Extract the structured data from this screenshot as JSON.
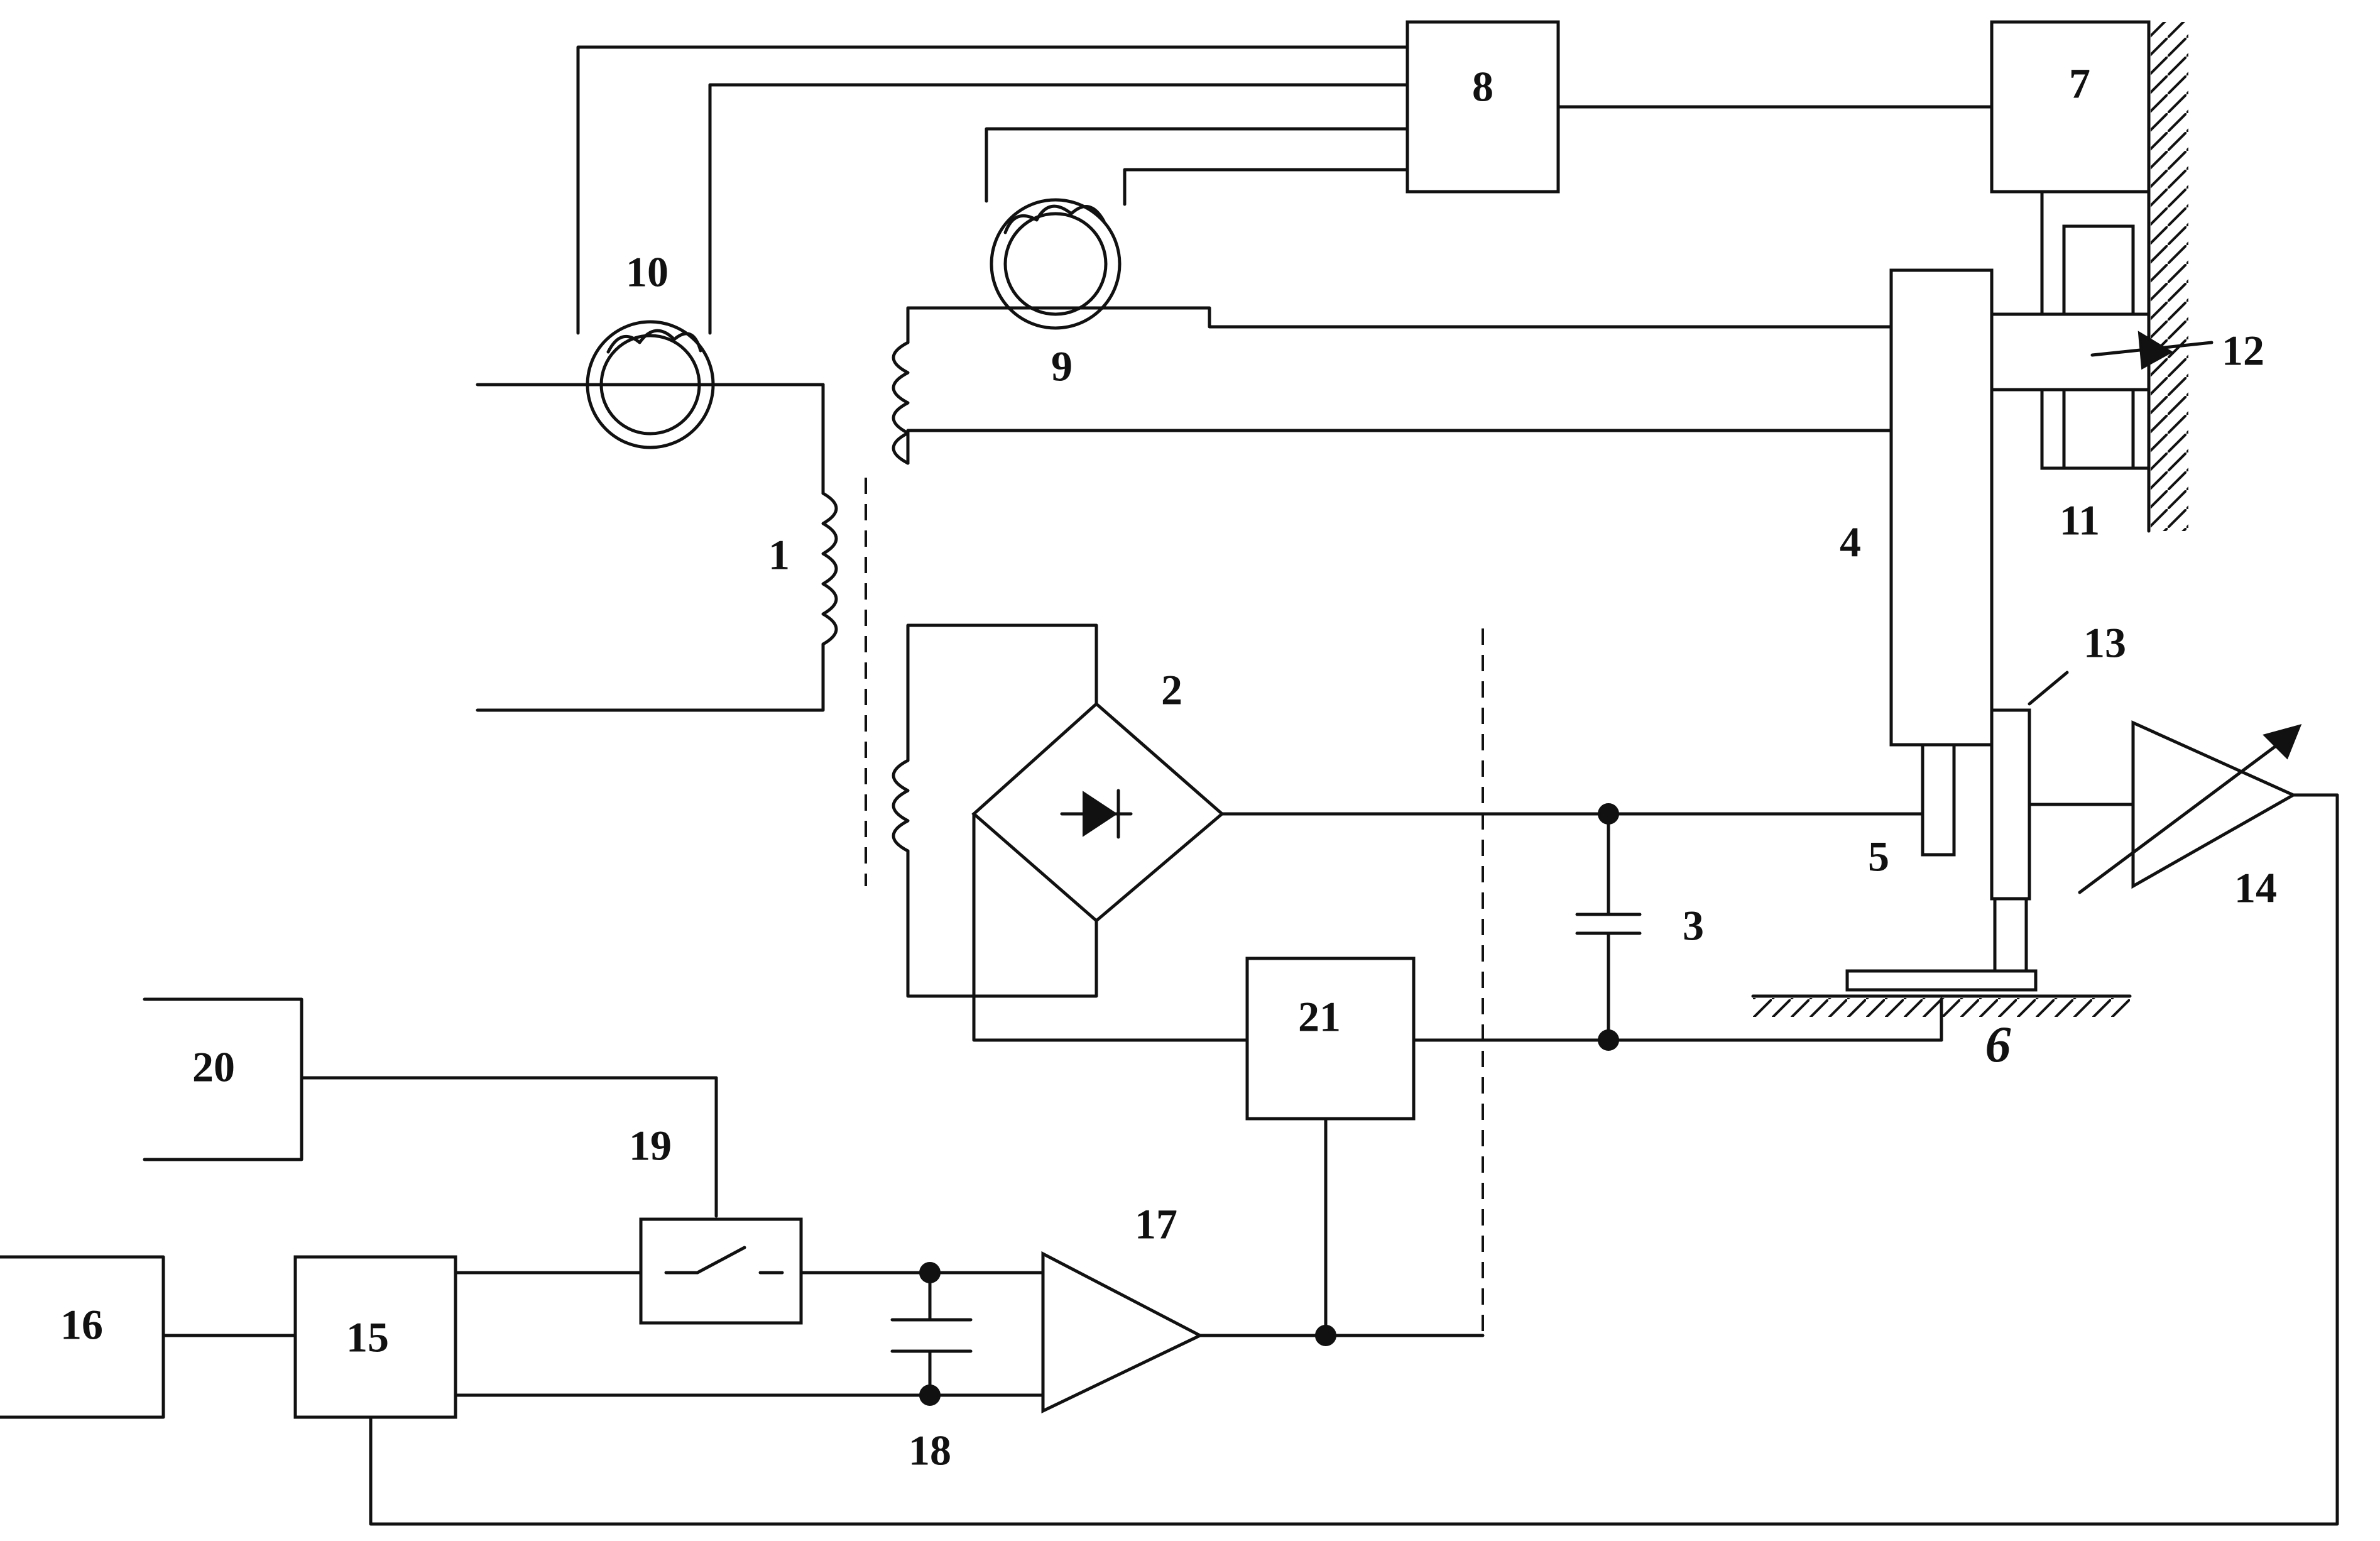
{
  "diagram": {
    "labels": {
      "n1": "1",
      "n2": "2",
      "n3": "3",
      "n4": "4",
      "n5": "5",
      "n6": "6",
      "n7": "7",
      "n8": "8",
      "n9": "9",
      "n10": "10",
      "n11": "11",
      "n12": "12",
      "n13": "13",
      "n14": "14",
      "n15": "15",
      "n16": "16",
      "n17": "17",
      "n18": "18",
      "n19": "19",
      "n20": "20",
      "n21": "21"
    }
  }
}
